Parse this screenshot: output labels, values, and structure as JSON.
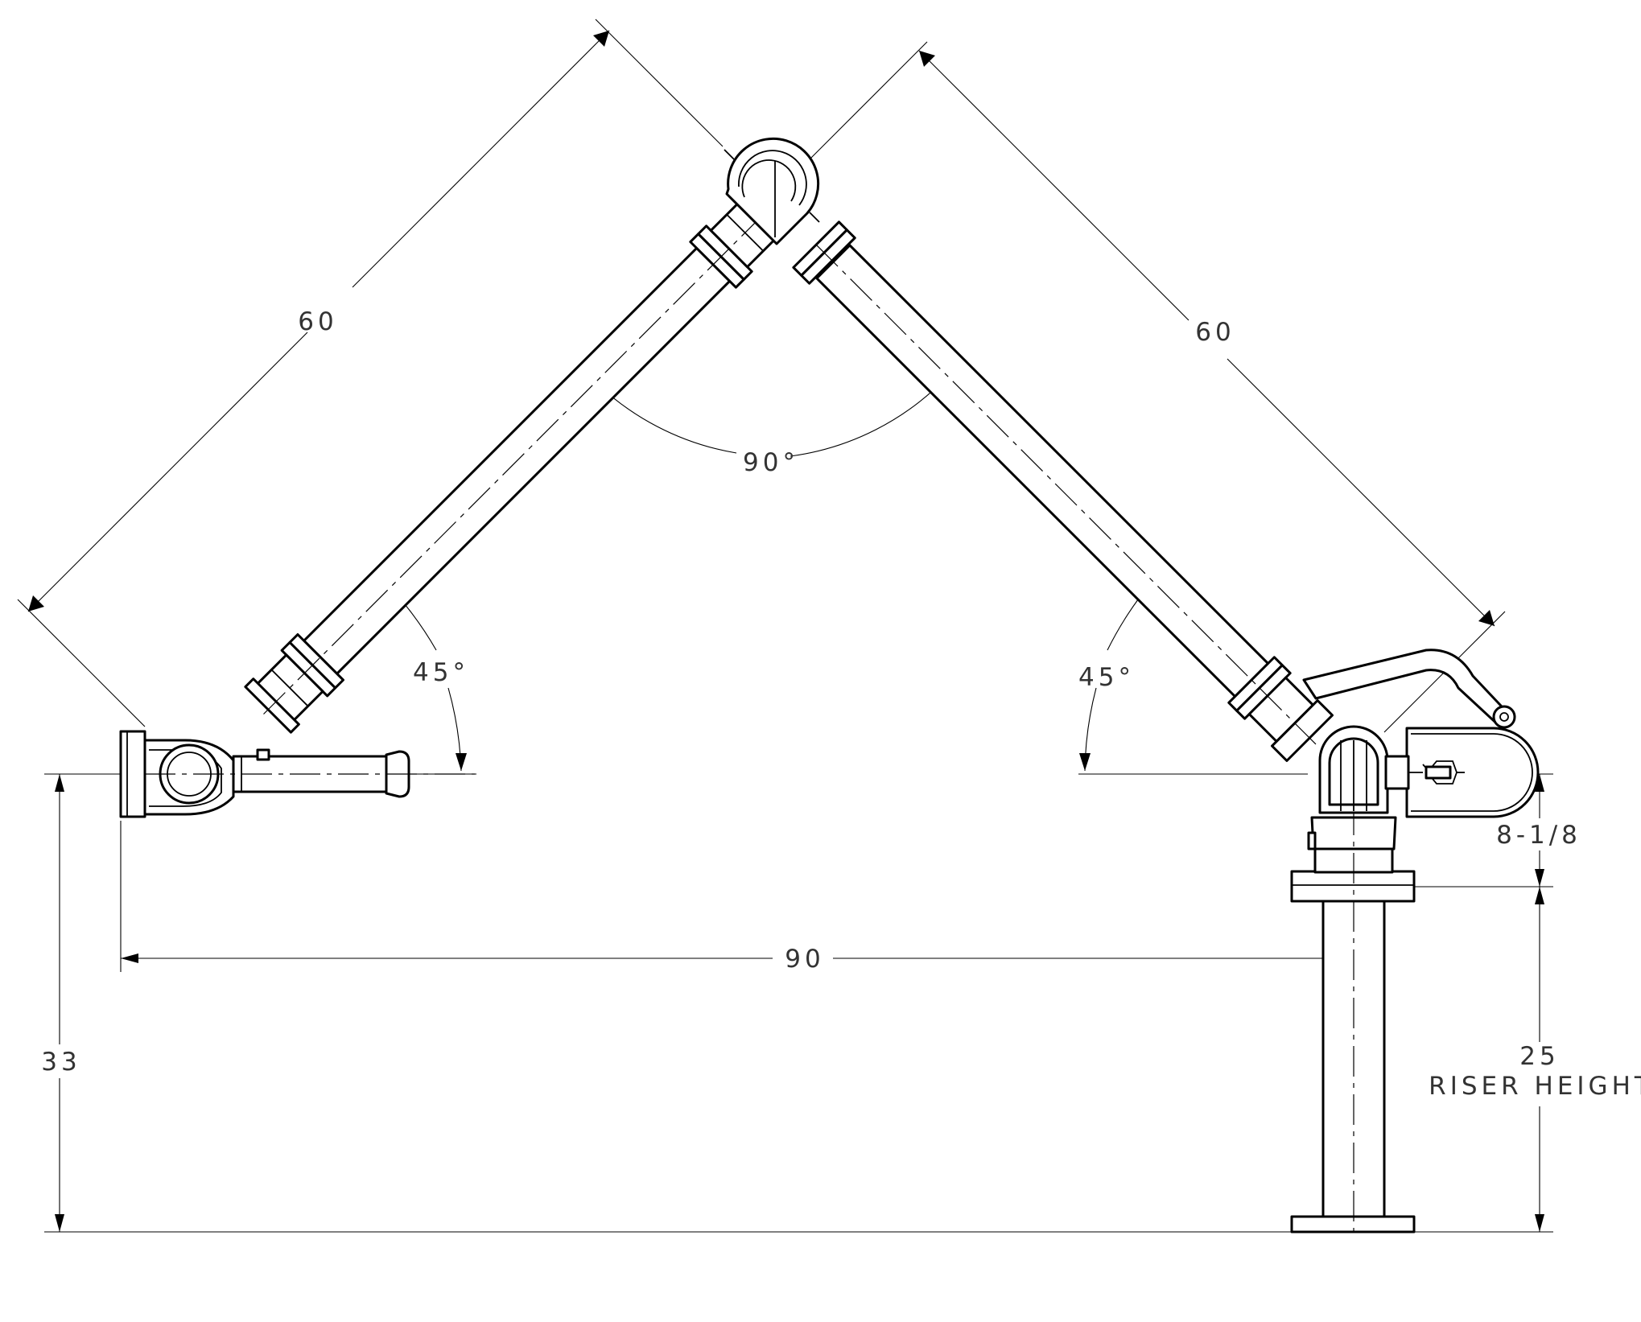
{
  "drawing": {
    "labels": {
      "boom_length_left": "60",
      "boom_length_right": "60",
      "apex_angle": "90°",
      "left_angle": "45°",
      "right_angle": "45°",
      "horizontal_span": "90",
      "overall_height": "33",
      "swivel_height": "8-1/8",
      "riser_height_value": "25",
      "riser_height_caption": "RISER HEIGHT"
    },
    "colors": {
      "line": "#000000",
      "text": "#333333",
      "background": "#ffffff"
    }
  }
}
